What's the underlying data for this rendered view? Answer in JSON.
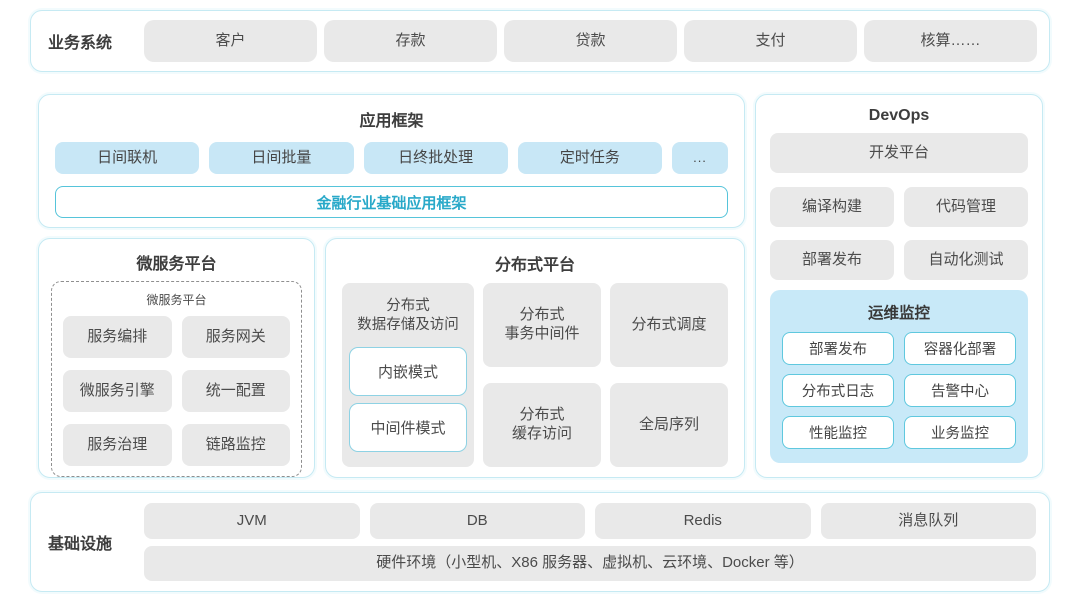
{
  "business_systems": {
    "label": "业务系统",
    "items": [
      "客户",
      "存款",
      "贷款",
      "支付",
      "核算……"
    ]
  },
  "app_framework": {
    "title": "应用框架",
    "items": [
      "日间联机",
      "日间批量",
      "日终批处理",
      "定时任务"
    ],
    "more": "...",
    "base_framework": "金融行业基础应用框架"
  },
  "microservice": {
    "title": "微服务平台",
    "inner_title": "微服务平台",
    "items": [
      "服务编排",
      "服务网关",
      "微服务引擎",
      "统一配置",
      "服务治理",
      "链路监控"
    ]
  },
  "distributed": {
    "title": "分布式平台",
    "storage": {
      "title": "分布式\n数据存储及访问",
      "modes": [
        "内嵌模式",
        "中间件模式"
      ]
    },
    "middle_items": [
      "分布式\n事务中间件",
      "分布式\n缓存访问"
    ],
    "right_items": [
      "分布式调度",
      "全局序列"
    ]
  },
  "devops": {
    "title": "DevOps",
    "platform": "开发平台",
    "items": [
      "编译构建",
      "代码管理",
      "部署发布",
      "自动化测试"
    ],
    "ops_monitor": {
      "title": "运维监控",
      "items": [
        "部署发布",
        "容器化部署",
        "分布式日志",
        "告警中心",
        "性能监控",
        "业务监控"
      ]
    }
  },
  "infrastructure": {
    "label": "基础设施",
    "items": [
      "JVM",
      "DB",
      "Redis",
      "消息队列"
    ],
    "hardware": "硬件环境（小型机、X86 服务器、虚拟机、云环境、Docker 等）"
  },
  "colors": {
    "panel_border": "#c6eaf3",
    "gray_box": "#e9e9e9",
    "blue_box": "#c8e7f6",
    "accent_cyan_border": "#56c4da",
    "accent_cyan_text": "#29a9c9",
    "monitor_bg": "#c8e9f8",
    "monitor_box_border": "#5fc8de",
    "text": "#464646"
  }
}
